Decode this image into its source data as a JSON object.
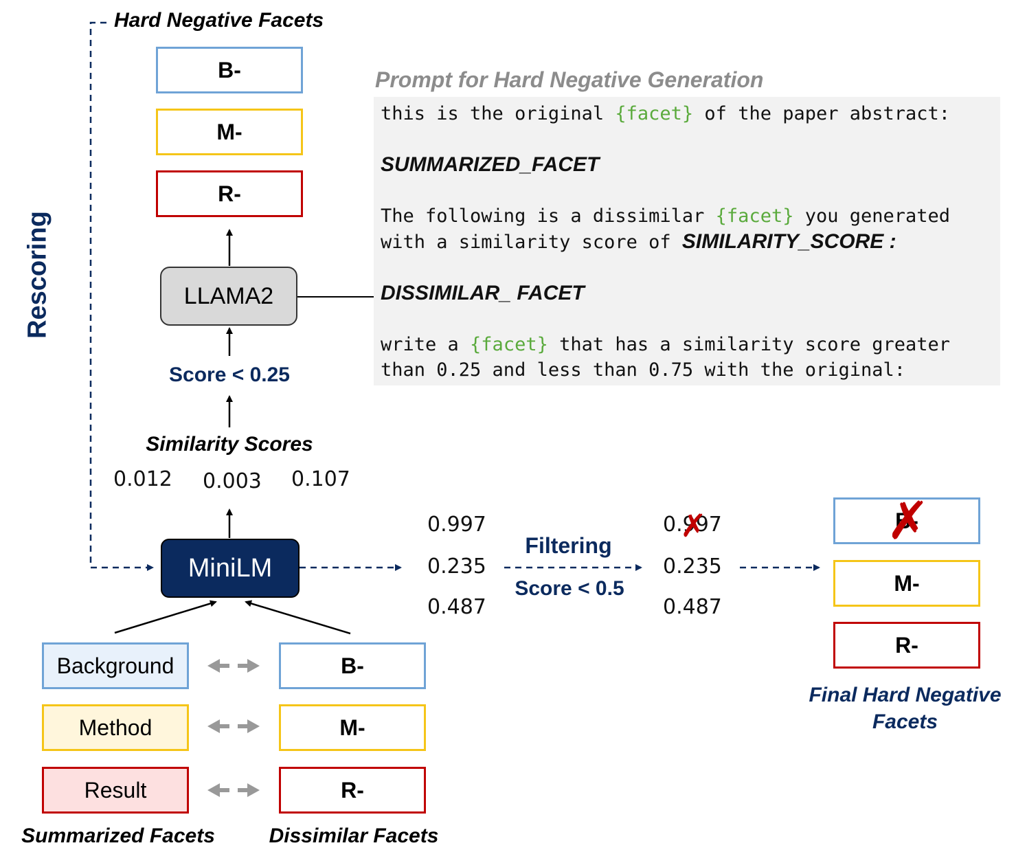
{
  "hard_negative": {
    "title": "Hard Negative Facets",
    "boxes": [
      "B-",
      "M-",
      "R-"
    ]
  },
  "rescoring_label": "Rescoring",
  "llama": {
    "label": "LLAMA2",
    "score_filter": "Score < 0.25"
  },
  "similarity": {
    "title": "Similarity Scores",
    "values": [
      "0.012",
      "0.003",
      "0.107"
    ]
  },
  "minilm": {
    "label": "MiniLM"
  },
  "prompt": {
    "title": "Prompt for Hard Negative Generation",
    "l1a": "this is the original ",
    "facet": "{facet}",
    "l1b": " of the paper abstract:",
    "summarized": "SUMMARIZED_FACET",
    "l2a": "The following is a dissimilar ",
    "l2b": " you generated",
    "l3a": "with a similarity score of ",
    "similarity_score": "SIMILARITY_SCORE :",
    "dissimilar": "DISSIMILAR_ FACET",
    "l4a": "write a ",
    "l4b": " that has a similarity score greater",
    "l5": "than 0.25 and less than 0.75 with the original:"
  },
  "scores_before": [
    "0.997",
    "0.235",
    "0.487"
  ],
  "filtering": {
    "title": "Filtering",
    "condition": "Score < 0.5"
  },
  "scores_after": [
    "0.997",
    "0.235",
    "0.487"
  ],
  "final": {
    "boxes": [
      "B-",
      "M-",
      "R-"
    ],
    "title_line1": "Final Hard Negative",
    "title_line2": "Facets"
  },
  "summarized_facets": {
    "items": [
      "Background",
      "Method",
      "Result"
    ],
    "caption": "Summarized Facets"
  },
  "dissimilar_facets": {
    "items": [
      "B-",
      "M-",
      "R-"
    ],
    "caption": "Dissimilar Facets"
  },
  "colors": {
    "navy": "#0b2a5e",
    "background_border": "#6fa3d6",
    "method_border": "#f5c518",
    "result_border": "#c00000",
    "facet_placeholder": "#5aaa3c",
    "prompt_bg": "#f2f2f2",
    "reject_mark": "#c00000"
  }
}
